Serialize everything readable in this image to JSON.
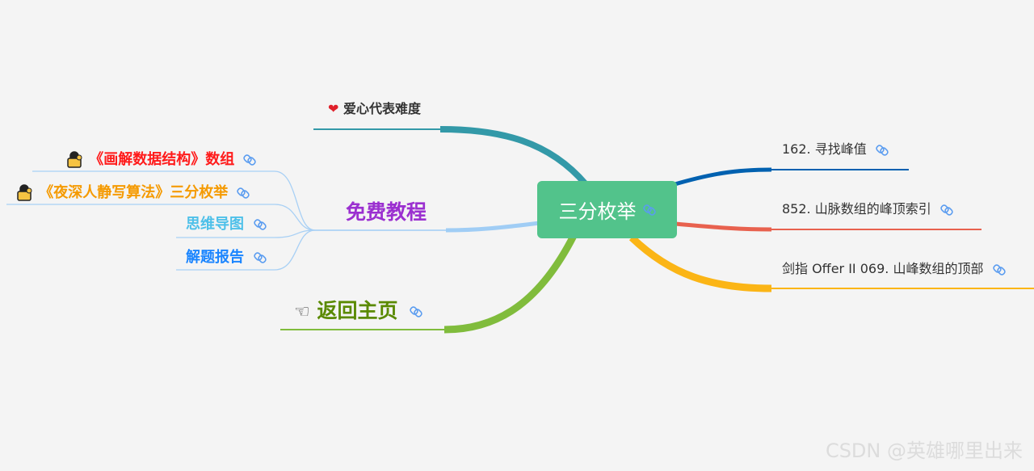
{
  "root": {
    "label": "三分枚举"
  },
  "left": {
    "legend": {
      "label": "爱心代表难度",
      "icon": "heart-icon",
      "color": "#3399a8"
    },
    "tutorials": {
      "label": "免费教程",
      "color": "#9b30d0",
      "branch_color": "#a0cdf5",
      "items": [
        {
          "label": "《画解数据结构》数组",
          "color": "#ff1a1a",
          "icon": "lock-icon"
        },
        {
          "label": "《夜深人静写算法》三分枚举",
          "color": "#f59a00",
          "icon": "lock-icon"
        },
        {
          "label": "思维导图",
          "color": "#4ec0e9"
        },
        {
          "label": "解题报告",
          "color": "#1a85ff"
        }
      ]
    },
    "home": {
      "label": "返回主页",
      "color": "#5a8a00",
      "branch_color": "#80bc3c",
      "icon": "pointing-hand-icon"
    }
  },
  "right": {
    "items": [
      {
        "label": "162. 寻找峰值",
        "color": "#0061b0"
      },
      {
        "label": "852. 山脉数组的峰顶索引",
        "color": "#e8614e"
      },
      {
        "label": "剑指 Offer II 069. 山峰数组的顶部",
        "color": "#fbb516"
      }
    ]
  },
  "watermark": "CSDN @英雄哪里出来"
}
